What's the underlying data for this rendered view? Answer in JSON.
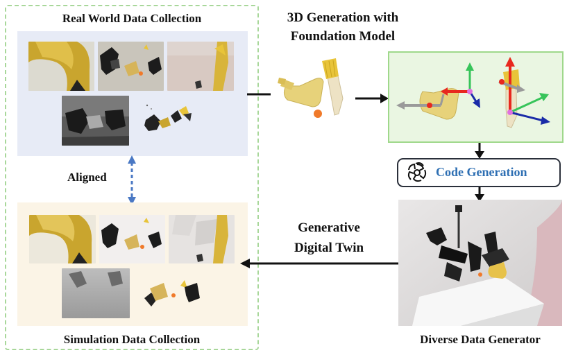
{
  "titles": {
    "real_world": "Real World Data Collection",
    "simulation": "Simulation Data Collection",
    "generation_line1": "3D Generation with",
    "generation_line2": "Foundation Model",
    "code_generation": "Code Generation",
    "twin_line1": "Generative",
    "twin_line2": "Digital Twin",
    "diverse": "Diverse Data Generator",
    "aligned": "Aligned"
  },
  "colors": {
    "dashed_border": "#a8d79a",
    "real_panel_bg": "#e7ebf6",
    "sim_panel_bg": "#fbf4e6",
    "green_box_bg": "#eaf6e2",
    "green_box_border": "#9fd88b",
    "code_text": "#2e6fb3",
    "aligned_arrow": "#4a78c4",
    "axis_red": "#e8281e",
    "axis_green": "#37c45a",
    "axis_blue": "#1a2ba8",
    "axis_gray": "#9a9a9a",
    "dustpan_yellow": "#e7d27a",
    "brush_yellow": "#e8c43a",
    "orange_ball": "#f07a2a"
  },
  "icons": {
    "code_generation": "openai-logo-icon"
  }
}
